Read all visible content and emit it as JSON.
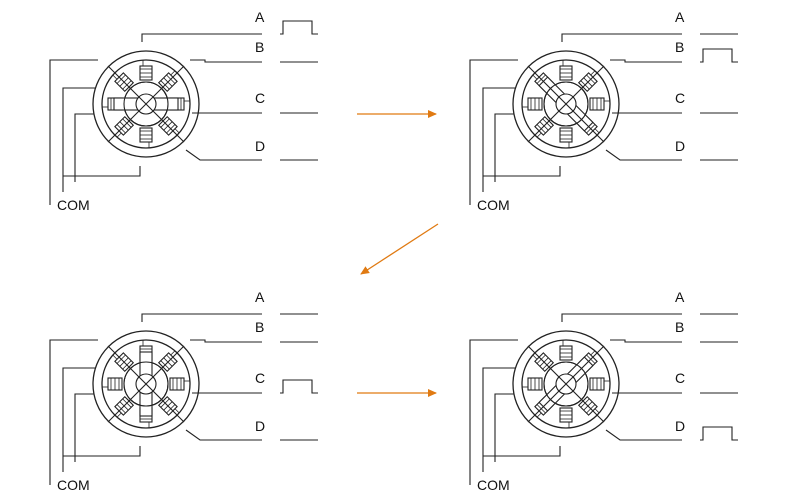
{
  "colors": {
    "line": "#222222",
    "arrow": "#e07a12",
    "background": "#ffffff"
  },
  "phase_labels": [
    "A",
    "B",
    "C",
    "D"
  ],
  "common_label": "COM",
  "diagrams": [
    {
      "active_phase": "A",
      "rotor_angle": 90
    },
    {
      "active_phase": "B",
      "rotor_angle": 135
    },
    {
      "active_phase": "C",
      "rotor_angle": 0
    },
    {
      "active_phase": "D",
      "rotor_angle": 45
    }
  ],
  "sequence_arrows": [
    {
      "from": 1,
      "to": 2
    },
    {
      "from": 2,
      "to": 3
    },
    {
      "from": 3,
      "to": 4
    }
  ]
}
